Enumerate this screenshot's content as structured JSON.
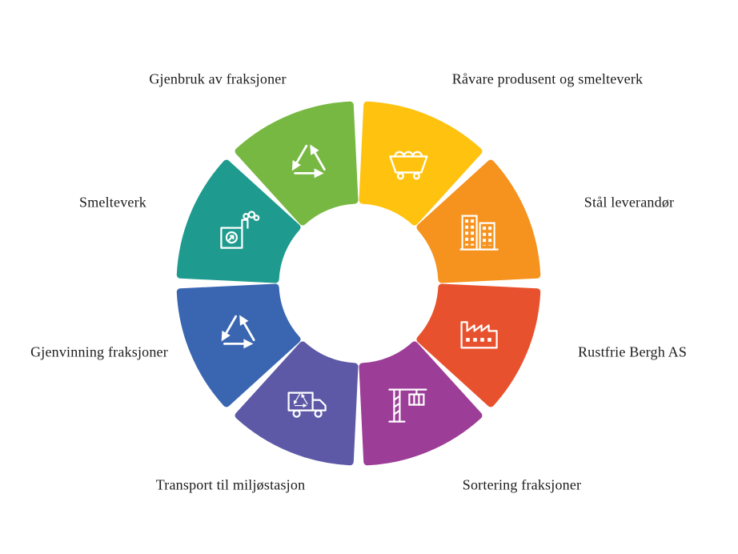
{
  "diagram": {
    "type": "segmented-cycle",
    "background": "#ffffff",
    "label_color": "#1c1c1c",
    "icon_color": "#ffffff",
    "segments": [
      {
        "label": "Råvare produsent og smelteverk",
        "color": "#FFC20E",
        "icon": "ore-cart-icon"
      },
      {
        "label": "Stål leverandør",
        "color": "#F6921E",
        "icon": "buildings-icon"
      },
      {
        "label": "Rustfrie Bergh AS",
        "color": "#E8512D",
        "icon": "factory-icon"
      },
      {
        "label": "Sortering fraksjoner",
        "color": "#9C3D97",
        "icon": "crane-icon"
      },
      {
        "label": "Transport til miljøstasjon",
        "color": "#5E59A6",
        "icon": "recycling-truck-icon"
      },
      {
        "label": "Gjenvinning fraksjoner",
        "color": "#3A66B1",
        "icon": "recycle-icon"
      },
      {
        "label": "Smelteverk",
        "color": "#1E9B8E",
        "icon": "smelter-icon"
      },
      {
        "label": "Gjenbruk av fraksjoner",
        "color": "#77B843",
        "icon": "recycle-icon"
      }
    ]
  }
}
